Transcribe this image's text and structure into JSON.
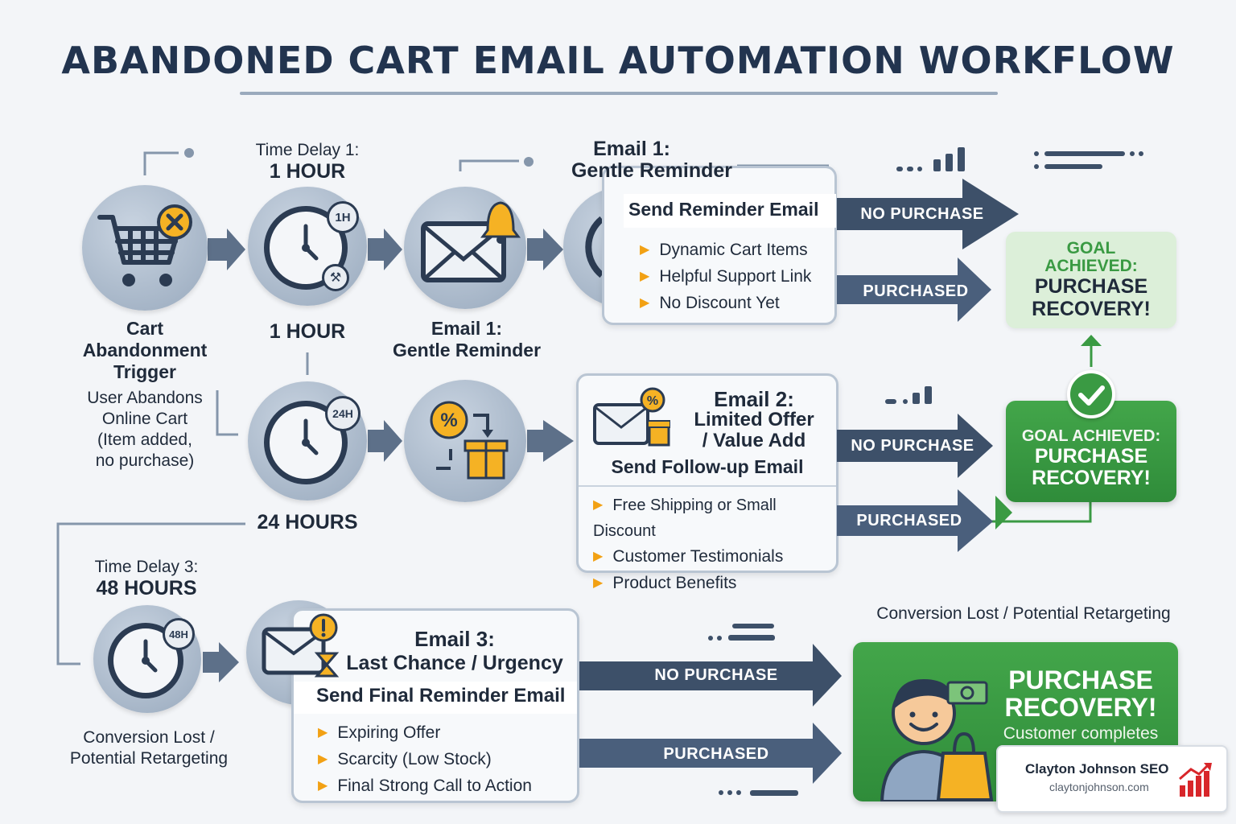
{
  "title": "ABANDONED CART EMAIL AUTOMATION WORKFLOW",
  "trigger": {
    "title": "Cart Abandonment Trigger",
    "desc_lines": [
      "User Abandons",
      "Online Cart",
      "(Item added,",
      "no purchase)"
    ]
  },
  "delay1": {
    "caption": "Time Delay 1:",
    "value": "1 HOUR",
    "badge": "1H",
    "below": "1 HOUR"
  },
  "delay2": {
    "value": "24 HOURS",
    "badge": "24H"
  },
  "delay3": {
    "caption": "Time Delay 3:",
    "value": "48 HOURS",
    "badge": "48H"
  },
  "email1": {
    "label": "Email 1:",
    "sublabel": "Gentle Reminder",
    "card_title": "Email 1:",
    "card_subtitle": "Gentle Reminder",
    "action": "Send Reminder Email",
    "bullets": [
      "Dynamic Cart Items",
      "Helpful Support Link",
      "No Discount Yet"
    ]
  },
  "email2": {
    "title_lines": [
      "Email 2:",
      "Limited Offer",
      "/ Value Add"
    ],
    "action": "Send Follow-up Email",
    "bullets": [
      "Free Shipping or Small Discount",
      "Customer Testimonials",
      "Product Benefits"
    ]
  },
  "email3": {
    "title_lines": [
      "Email 3:",
      "Last Chance / Urgency"
    ],
    "action": "Send Final Reminder Email",
    "bullets": [
      "Expiring Offer",
      "Scarcity (Low Stock)",
      "Final Strong Call to Action"
    ]
  },
  "outcomes": {
    "no_purchase": "NO PURCHASE",
    "purchased": "PURCHASED"
  },
  "goal1": {
    "line1": "GOAL",
    "line2": "ACHIEVED:",
    "line3": "PURCHASE",
    "line4": "RECOVERY!"
  },
  "goal2": {
    "line1": "GOAL ACHIEVED:",
    "line2": "PURCHASE",
    "line3": "RECOVERY!"
  },
  "lost_caption_right": "Conversion Lost / Potential Retargeting",
  "lost_caption_left_lines": [
    "Conversion Lost /",
    "Potential Retargeting"
  ],
  "final": {
    "line1": "PURCHASE",
    "line2": "RECOVERY!",
    "line3": "Customer completes"
  },
  "brand": {
    "name": "Clayton Johnson SEO",
    "url": "claytonjohnson.com"
  },
  "colors": {
    "navy": "#2b3b52",
    "arrow": "#3d5069",
    "green": "#3a9a43",
    "light_green": "#dcefd9",
    "accent_orange": "#f2a114"
  }
}
